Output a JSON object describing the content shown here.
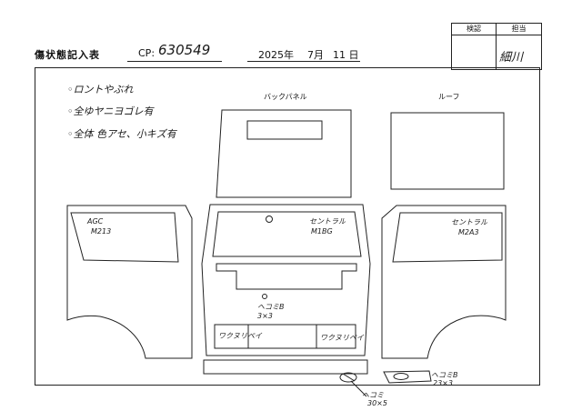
{
  "header": {
    "title": "傷状態記入表",
    "cp_label": "CP:",
    "cp_value": "630549",
    "date_year": "2025年",
    "date_month": "7月",
    "date_day": "11 日"
  },
  "approval": {
    "col1": "検認",
    "col2": "担当",
    "signature": "細川"
  },
  "notes": [
    "◦ロントやぶれ",
    "◦全ゆヤニヨゴレ有",
    "◦全体 色アセ、小キズ有"
  ],
  "panels": {
    "back_panel": "バックパネル",
    "roof": "ルーフ"
  },
  "annotations": {
    "left_side_1": "AGC",
    "left_side_2": "M213",
    "front_1": "セントラル",
    "front_2": "M1BG",
    "right_side_1": "セントラル",
    "right_side_2": "M2A3",
    "center_1": "ヘコミB",
    "center_2": "3×3",
    "step_left": "ワクヌリペイ",
    "step_right": "ワクヌリペイ",
    "bottom_right_1": "ヘコミB",
    "bottom_right_2": "23×3",
    "bottom_mid": "ヘコミ",
    "bottom_mid_2": "30×5"
  }
}
